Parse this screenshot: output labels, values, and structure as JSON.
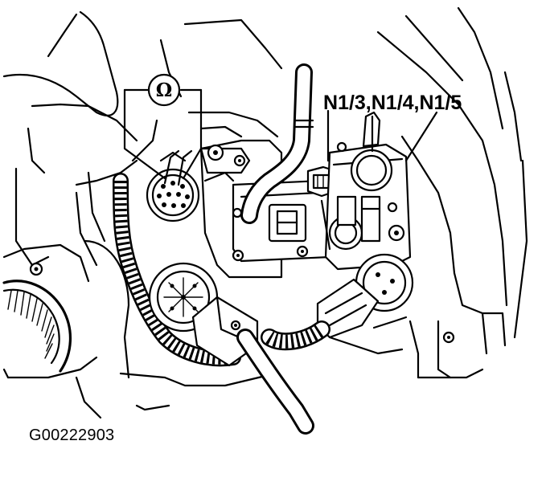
{
  "diagram": {
    "component_label": "N1/3,N1/4,N1/5",
    "meter_symbol": "Ω",
    "figure_id": "G00222903"
  }
}
